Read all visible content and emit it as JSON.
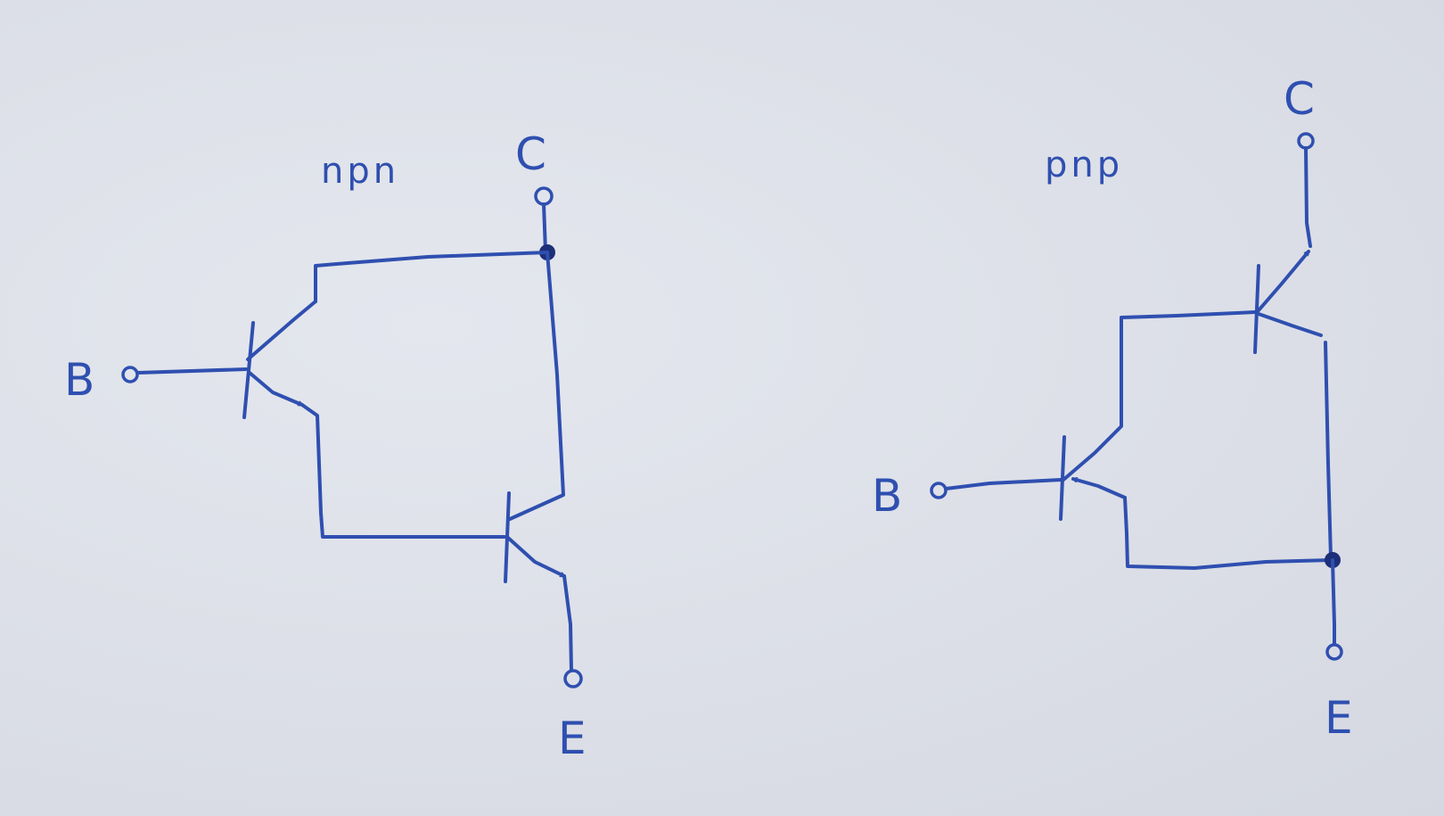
{
  "colors": {
    "ink": "#2f4fb0",
    "ink_dark": "#1c2f78",
    "paper": "#dde0e8"
  },
  "npn": {
    "type_label": "npn",
    "base_label": "B",
    "collector_label": "C",
    "emitter_label": "E"
  },
  "pnp": {
    "type_label": "pnp",
    "base_label": "B",
    "collector_label": "C",
    "emitter_label": "E"
  }
}
